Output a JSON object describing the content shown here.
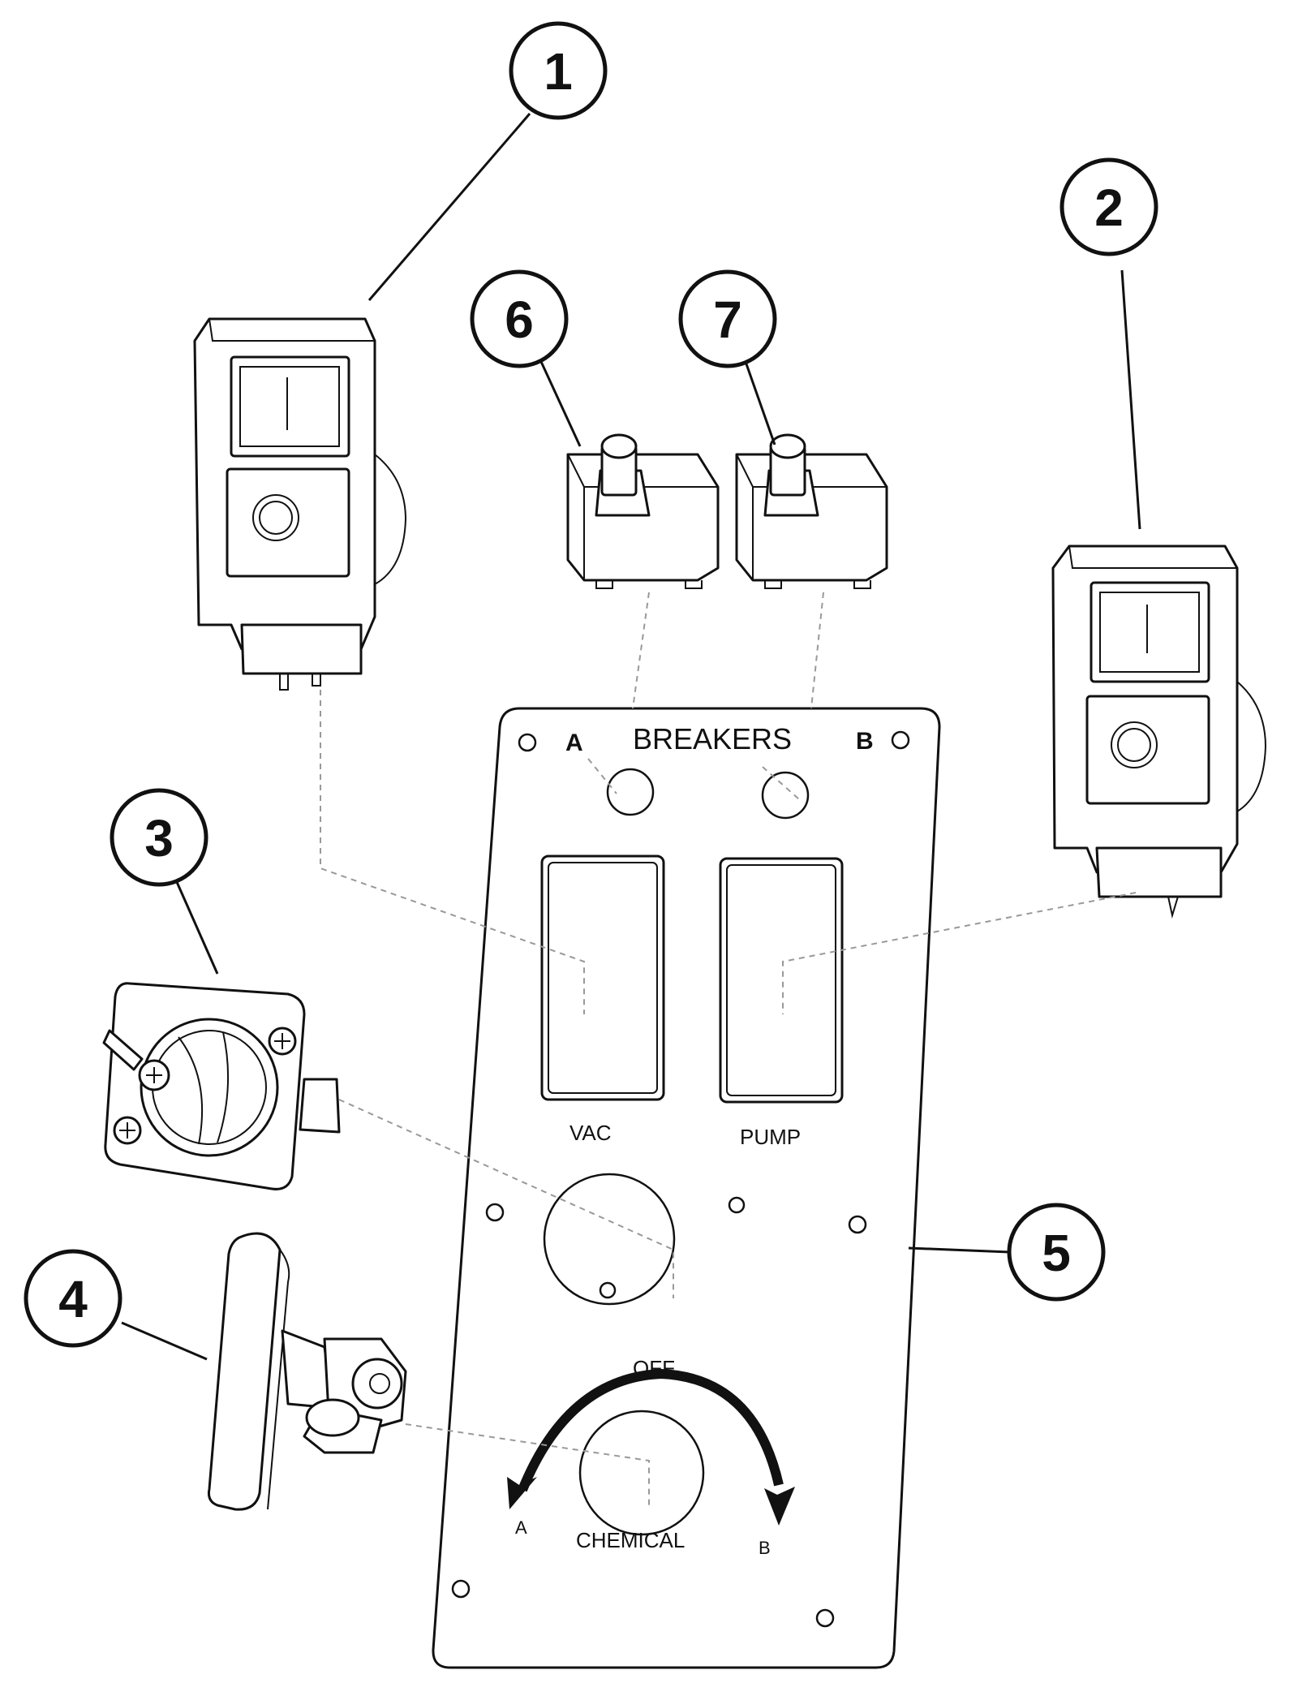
{
  "callouts": {
    "c1": "1",
    "c2": "2",
    "c3": "3",
    "c4": "4",
    "c5": "5",
    "c6": "6",
    "c7": "7"
  },
  "panel": {
    "breakers_label": "BREAKERS",
    "breaker_a_label": "A",
    "breaker_b_label": "B",
    "vac_label": "VAC",
    "pump_label": "PUMP",
    "off_label": "OFF",
    "chemical_label": "CHEMICAL",
    "chem_a_label": "A",
    "chem_b_label": "B"
  }
}
